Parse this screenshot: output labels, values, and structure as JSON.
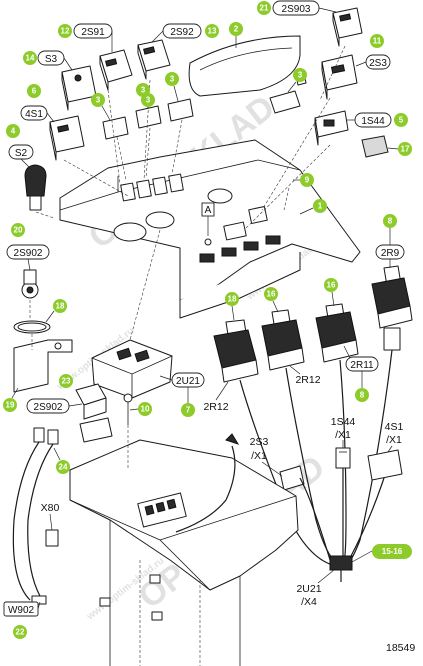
{
  "watermark": {
    "brand": "OPTIMSKLAD",
    "url": "www.optim-sklad.ru"
  },
  "drawing_number": "18549",
  "detail_marker": "A",
  "callouts": [
    {
      "key": "2S91",
      "num": "12",
      "label": "2S91"
    },
    {
      "key": "2S92",
      "num": "13",
      "label": "2S92"
    },
    {
      "key": "2S903",
      "num": "21",
      "label": "2S903"
    },
    {
      "key": "S3",
      "num": "14",
      "label": "S3"
    },
    {
      "key": "2S3",
      "num": "11",
      "label": "2S3"
    },
    {
      "key": "4S1",
      "num": "6",
      "label": "4S1"
    },
    {
      "key": "1S44",
      "num": "5",
      "label": "1S44"
    },
    {
      "key": "S2",
      "num": "4",
      "label": "S2"
    },
    {
      "key": "2S902a",
      "num": "20",
      "label": "2S902"
    },
    {
      "key": "2R9",
      "num": "8",
      "label": "2R9"
    },
    {
      "key": "2S902b",
      "num": "23",
      "label": "2S902"
    },
    {
      "key": "2U21",
      "num": "7",
      "label": "2U21"
    },
    {
      "key": "2R11",
      "num": "8",
      "label": "2R11"
    }
  ],
  "plain_badges": [
    "2",
    "3",
    "3",
    "3",
    "3",
    "3",
    "17",
    "9",
    "1",
    "18",
    "16",
    "16",
    "18",
    "19",
    "10",
    "24",
    "22",
    "15-16"
  ],
  "labels": {
    "two_r12_left": "2R12",
    "two_r12_mid": "2R12",
    "two_s3_x1_a": "2S3",
    "two_s3_x1_b": "/X1",
    "one_s44_x1_a": "1S44",
    "one_s44_x1_b": "/X1",
    "four_s1_x1_a": "4S1",
    "four_s1_x1_b": "/X1",
    "two_u21_x4_a": "2U21",
    "two_u21_x4_b": "/X4",
    "x80": "X80",
    "w902": "W902"
  }
}
